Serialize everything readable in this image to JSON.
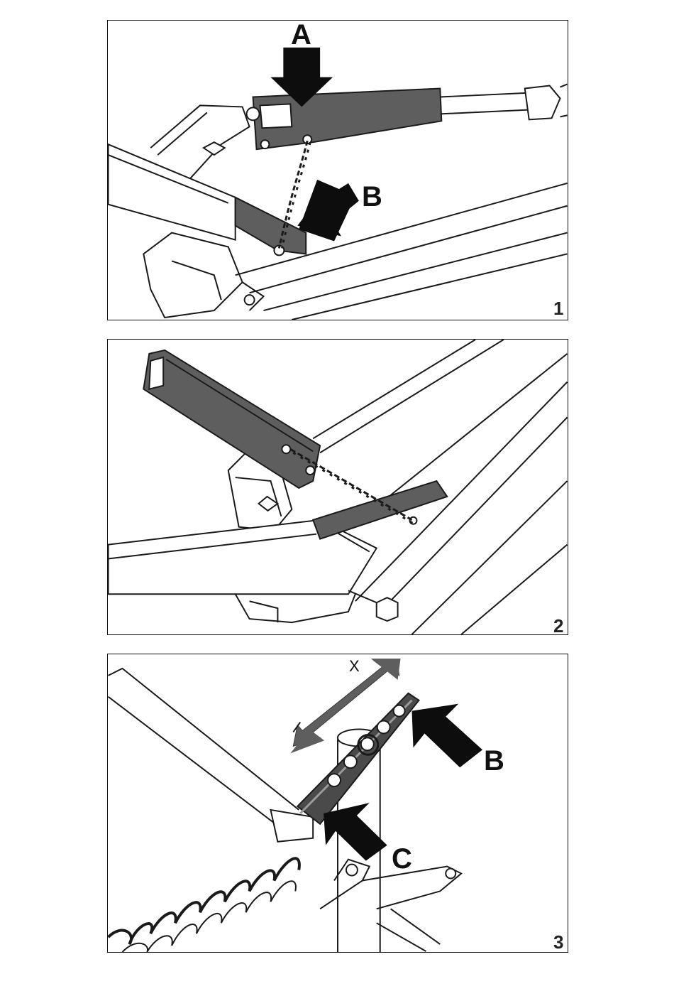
{
  "colors": {
    "part": "#5e5e5e",
    "part_dark": "#3a3a3a",
    "line": "#1a1a1a",
    "arrow": "#0d0d0d"
  },
  "figures": [
    {
      "number": "1",
      "callouts": {
        "a": "A",
        "b": "B"
      }
    },
    {
      "number": "2"
    },
    {
      "number": "3",
      "callouts": {
        "b": "B",
        "c": "C",
        "dimension": "X"
      }
    }
  ]
}
